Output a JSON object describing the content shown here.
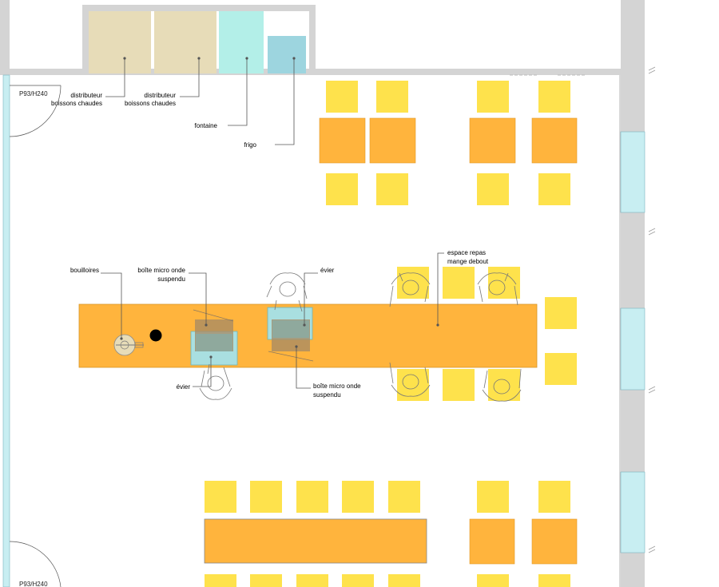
{
  "colors": {
    "wall": "#d4d4d4",
    "window": "#c8eef2",
    "chair": "#fee24c",
    "table": "#ffb43d",
    "counter_beige": "#e7dcb8",
    "fountain": "#b3efe8",
    "fridge": "#9dd5df",
    "microwave": "#a88b64",
    "sink": "#a9dfe0"
  },
  "doors": [
    {
      "id": "door-top",
      "label": "P93/H240"
    },
    {
      "id": "door-bottom",
      "label": "P93/H240"
    }
  ],
  "labels": {
    "distributeur_1": [
      "distributeur",
      "boissons chaudes"
    ],
    "distributeur_2": [
      "distributeur",
      "boissons chaudes"
    ],
    "fontaine": [
      "fontaine"
    ],
    "frigo": [
      "frigo"
    ],
    "bouilloires": [
      "bouilloires"
    ],
    "micro_onde_1": [
      "boîte micro onde",
      "suspendu"
    ],
    "evier_1": [
      "évier"
    ],
    "espace_repas": [
      "espace repas",
      "mange debout"
    ],
    "evier_2": [
      "évier"
    ],
    "micro_onde_2": [
      "boîte micro onde",
      "suspendu"
    ]
  }
}
